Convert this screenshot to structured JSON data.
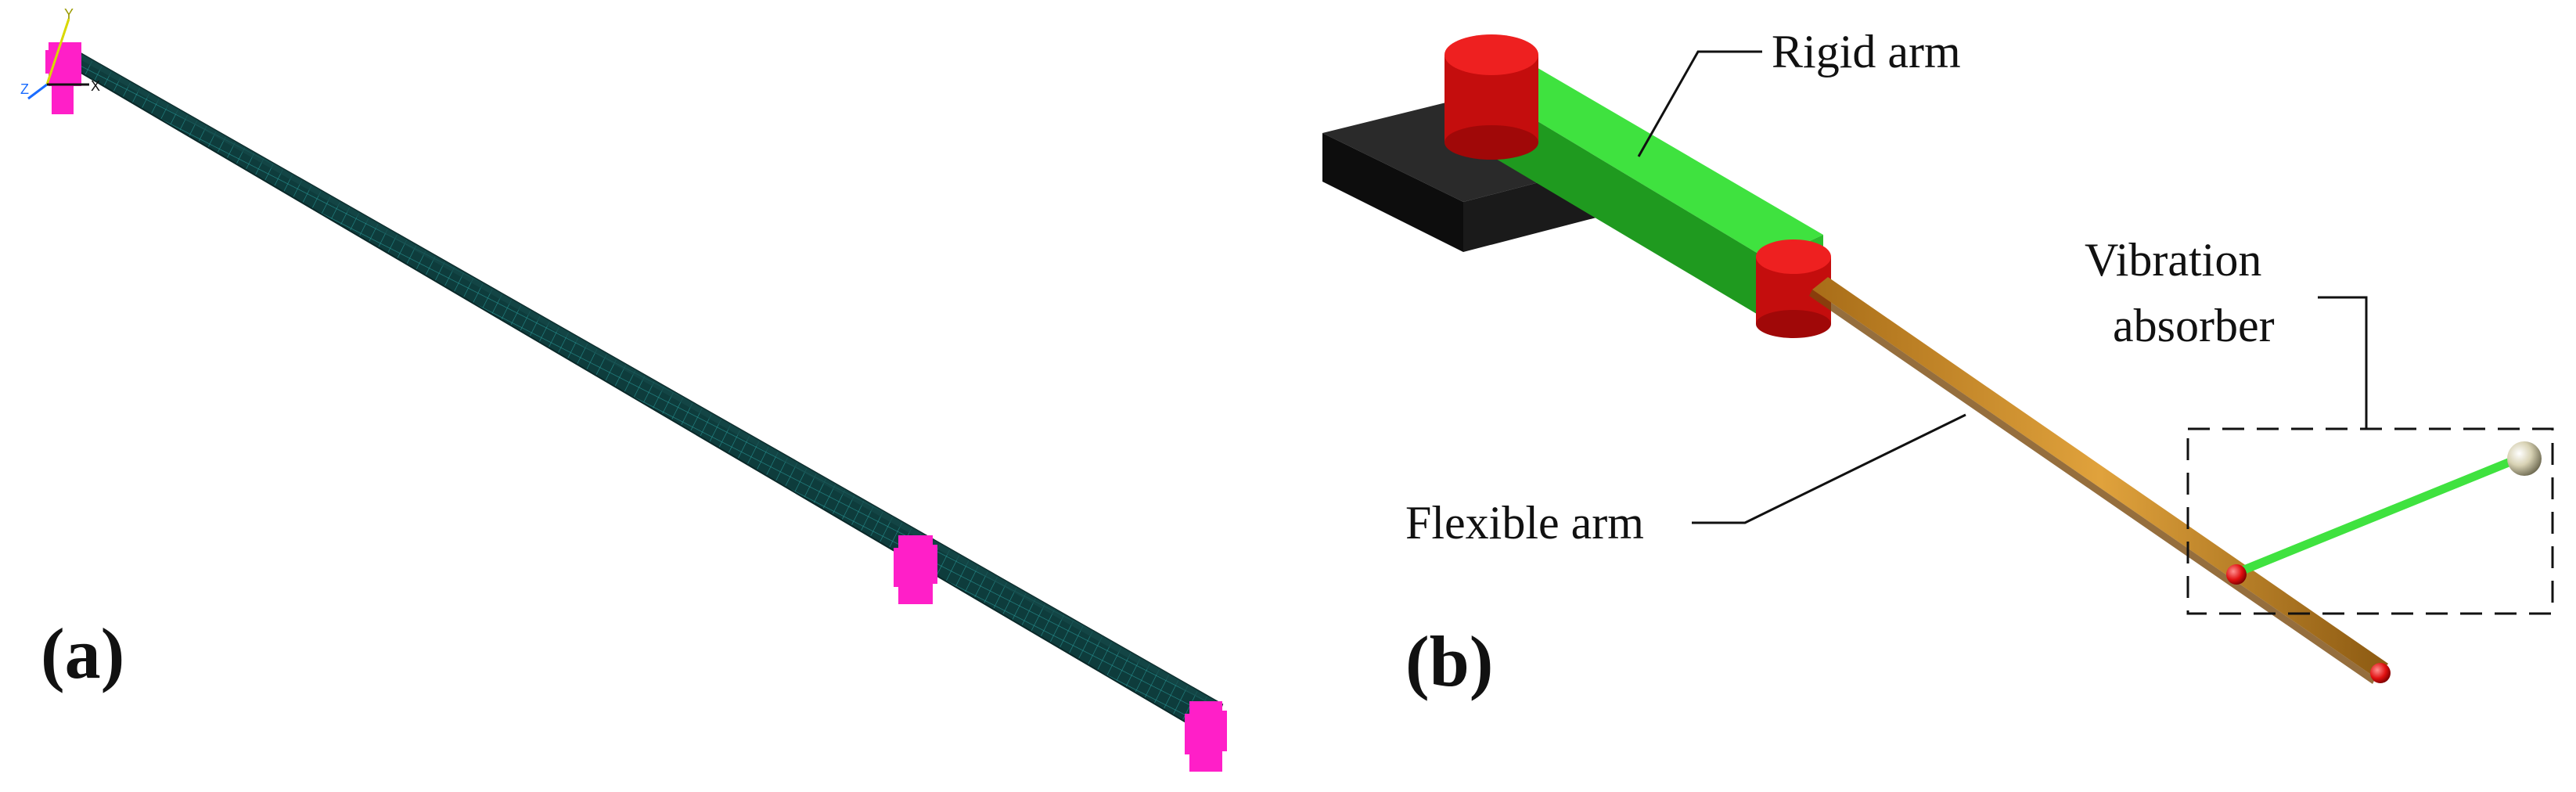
{
  "figure": {
    "panel_a": {
      "label": "(a)",
      "triad": {
        "x": "X",
        "y": "Y",
        "z": "Z"
      }
    },
    "panel_b": {
      "label": "(b)",
      "callouts": {
        "rigid_arm": "Rigid arm",
        "vibration_absorber_line1": "Vibration",
        "vibration_absorber_line2": "absorber",
        "flexible_arm": "Flexible arm"
      }
    },
    "colors": {
      "mesh": "#0e3c3c",
      "mesh_lines": "#2fb7b7",
      "constraint": "#ff1fc8",
      "rigid_arm": "#2ecc2e",
      "joint": "#e01010",
      "base": "#1a1a1a",
      "flexible_arm": "#c98a2a",
      "absorber_rod": "#3fe23f",
      "absorber_mass": "#e6e0c8"
    }
  }
}
